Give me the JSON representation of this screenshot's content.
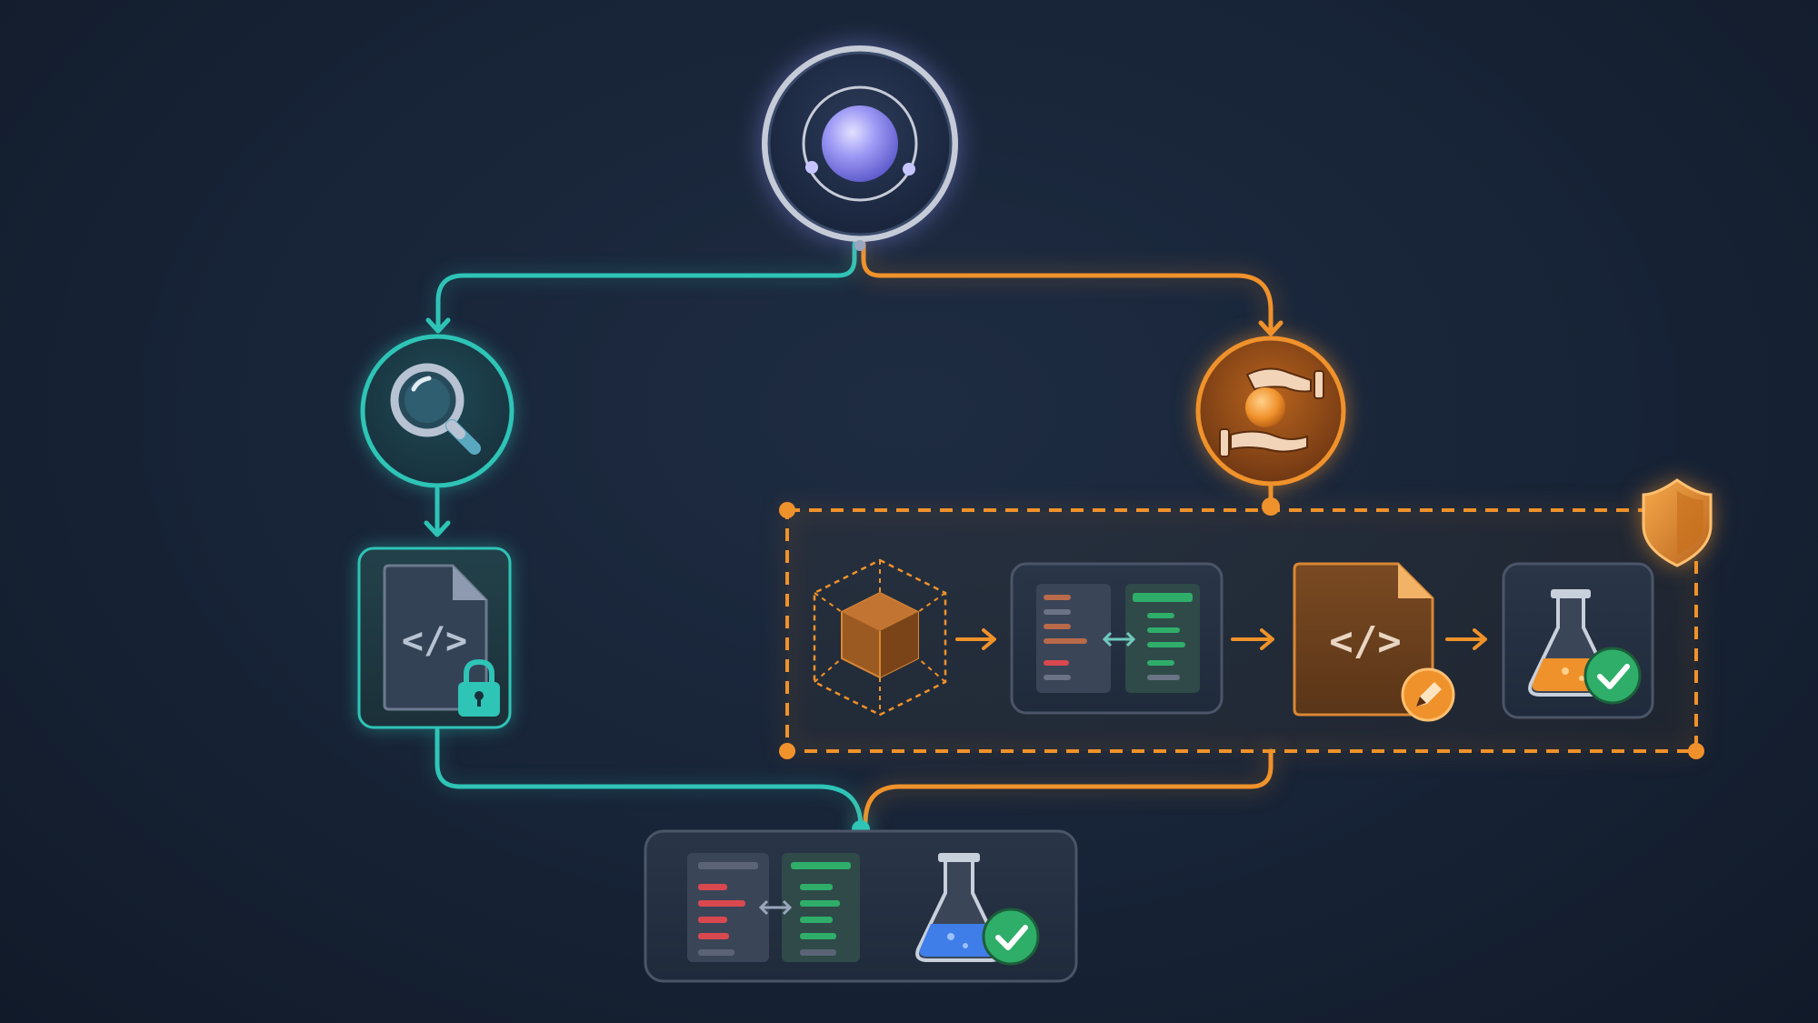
{
  "diagram": {
    "colors": {
      "background": "#172336",
      "teal_path": "#2ec4b6",
      "orange_path": "#f0922b",
      "hub": "#8f8cf0",
      "card_fill": "#243042",
      "card_border": "#4b5568",
      "pass_green": "#2fae6a",
      "diff_red": "#d9484f",
      "liquid_orange": "#f0922b",
      "liquid_blue": "#3f7de8"
    },
    "nodes": [
      {
        "id": "hub",
        "icon": "orbit-sphere-icon"
      },
      {
        "id": "search",
        "icon": "magnifier-icon",
        "path": "teal"
      },
      {
        "id": "locked-code-file",
        "icon": "locked-code-file-icon",
        "path": "teal"
      },
      {
        "id": "handoff",
        "icon": "hands-holding-ball-icon",
        "path": "orange"
      },
      {
        "id": "sandbox",
        "icon": "dashed-cube-icon",
        "path": "orange",
        "group": "guarded-pipeline"
      },
      {
        "id": "diff",
        "icon": "side-by-side-diff-icon",
        "path": "orange",
        "group": "guarded-pipeline"
      },
      {
        "id": "edit-code-file",
        "icon": "code-file-edit-icon",
        "path": "orange",
        "group": "guarded-pipeline"
      },
      {
        "id": "test-pass",
        "icon": "flask-check-icon",
        "path": "orange",
        "group": "guarded-pipeline"
      },
      {
        "id": "merge-result",
        "icons": [
          "side-by-side-diff-icon",
          "flask-check-icon"
        ]
      }
    ],
    "group": {
      "id": "guarded-pipeline",
      "style": "dashed",
      "badge_icon": "shield-icon"
    },
    "edges": [
      {
        "from": "hub",
        "to": "search",
        "path": "teal"
      },
      {
        "from": "hub",
        "to": "handoff",
        "path": "orange"
      },
      {
        "from": "search",
        "to": "locked-code-file",
        "path": "teal"
      },
      {
        "from": "handoff",
        "to": "guarded-pipeline",
        "path": "orange"
      },
      {
        "from": "sandbox",
        "to": "diff",
        "path": "orange"
      },
      {
        "from": "diff",
        "to": "edit-code-file",
        "path": "orange"
      },
      {
        "from": "edit-code-file",
        "to": "test-pass",
        "path": "orange"
      },
      {
        "from": "locked-code-file",
        "to": "merge-result",
        "path": "teal"
      },
      {
        "from": "guarded-pipeline",
        "to": "merge-result",
        "path": "orange"
      }
    ]
  }
}
